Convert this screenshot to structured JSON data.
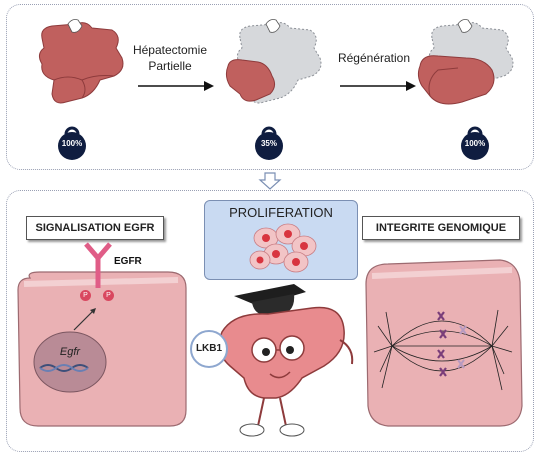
{
  "top": {
    "arrow1_label": "Hépatectomie\nPartielle",
    "arrow2_label": "Régénération",
    "weights": [
      "100%",
      "35%",
      "100%"
    ]
  },
  "bottom": {
    "left_title": "SIGNALISATION EGFR",
    "center_title": "PROLIFERATION",
    "right_title": "INTEGRITE GENOMIQUE",
    "receptor_label": "EGFR",
    "phospho": [
      "P",
      "P"
    ],
    "gene_label": "Egfr",
    "bubble_label": "LKB1"
  },
  "colors": {
    "liver": "#c0605e",
    "liver_dark": "#8e3b3c",
    "resected": "#d6d8db",
    "cell": "#eab1b4",
    "receptor": "#e05d87",
    "weight": "#0f1d40",
    "proliferation_bg": "#c9daf2"
  }
}
